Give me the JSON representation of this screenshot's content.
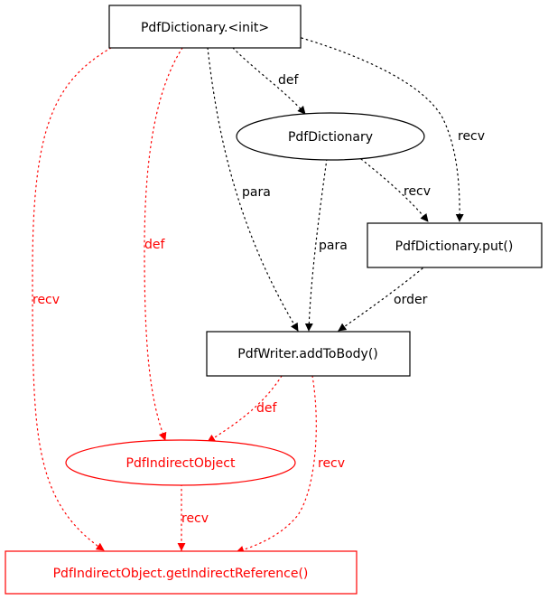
{
  "colors": {
    "normal": "#000000",
    "highlight": "#ff0000"
  },
  "nodes": {
    "init": {
      "label": "PdfDictionary.<init>",
      "shape": "box",
      "highlight": false
    },
    "dict": {
      "label": "PdfDictionary",
      "shape": "ellipse",
      "highlight": false
    },
    "put": {
      "label": "PdfDictionary.put()",
      "shape": "box",
      "highlight": false
    },
    "add": {
      "label": "PdfWriter.addToBody()",
      "shape": "box",
      "highlight": false
    },
    "ind": {
      "label": "PdfIndirectObject",
      "shape": "ellipse",
      "highlight": true
    },
    "getref": {
      "label": "PdfIndirectObject.getIndirectReference()",
      "shape": "box",
      "highlight": true
    }
  },
  "edges": {
    "init_dict": {
      "label": "def",
      "from": "PdfDictionary.<init>",
      "to": "PdfDictionary",
      "highlight": false
    },
    "init_put": {
      "label": "recv",
      "from": "PdfDictionary.<init>",
      "to": "PdfDictionary.put()",
      "highlight": false
    },
    "init_add": {
      "label": "para",
      "from": "PdfDictionary.<init>",
      "to": "PdfWriter.addToBody()",
      "highlight": false
    },
    "init_ind": {
      "label": "def",
      "from": "PdfDictionary.<init>",
      "to": "PdfIndirectObject",
      "highlight": true
    },
    "init_getref": {
      "label": "recv",
      "from": "PdfDictionary.<init>",
      "to": "PdfIndirectObject.getIndirectReference()",
      "highlight": true
    },
    "dict_put": {
      "label": "recv",
      "from": "PdfDictionary",
      "to": "PdfDictionary.put()",
      "highlight": false
    },
    "dict_add": {
      "label": "para",
      "from": "PdfDictionary",
      "to": "PdfWriter.addToBody()",
      "highlight": false
    },
    "put_add": {
      "label": "order",
      "from": "PdfDictionary.put()",
      "to": "PdfWriter.addToBody()",
      "highlight": false
    },
    "add_ind": {
      "label": "def",
      "from": "PdfWriter.addToBody()",
      "to": "PdfIndirectObject",
      "highlight": true
    },
    "add_getref": {
      "label": "recv",
      "from": "PdfWriter.addToBody()",
      "to": "PdfIndirectObject.getIndirectReference()",
      "highlight": true
    },
    "ind_getref": {
      "label": "recv",
      "from": "PdfIndirectObject",
      "to": "PdfIndirectObject.getIndirectReference()",
      "highlight": true
    }
  }
}
